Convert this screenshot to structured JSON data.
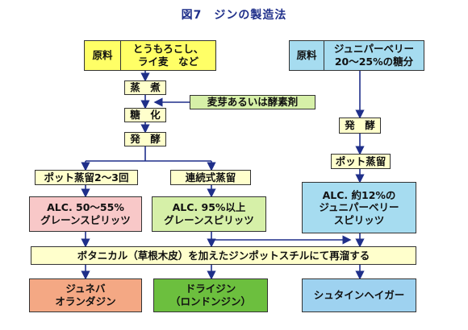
{
  "title": "図7　ジンの製造法",
  "left_material": {
    "label": "原料",
    "text_line1": "とうもろこし、",
    "text_line2": "ライ麦　など"
  },
  "right_material": {
    "label": "原料",
    "text_line1": "ジュニパーベリー",
    "text_line2": "20～25%の糖分"
  },
  "steps": {
    "cook": "蒸　煮",
    "malt": "麦芽あるいは酵素剤",
    "saccharify": "糖　化",
    "ferment_left": "発　酵",
    "ferment_right": "発　酵",
    "pot_left": "ポット蒸留2～3回",
    "continuous": "連続式蒸留",
    "pot_right": "ポット蒸留"
  },
  "spirits": {
    "left_line1": "ALC. 50～55%",
    "left_line2": "グレーンスピリッツ",
    "mid_line1": "ALC. 95%以上",
    "mid_line2": "グレーンスピリッツ",
    "right_line1": "ALC. 約12%の",
    "right_line2": "ジュニパーベリー",
    "right_line3": "スピリッツ"
  },
  "botanical": "ボタニカル（草根木皮）を加えたジンポットスチルにて再溜する",
  "products": {
    "genever_line1": "ジュネバ",
    "genever_line2": "オランダジン",
    "dry_line1": "ドライジン",
    "dry_line2": "（ロンドンジン）",
    "steinhager": "シュタインヘイガー"
  }
}
